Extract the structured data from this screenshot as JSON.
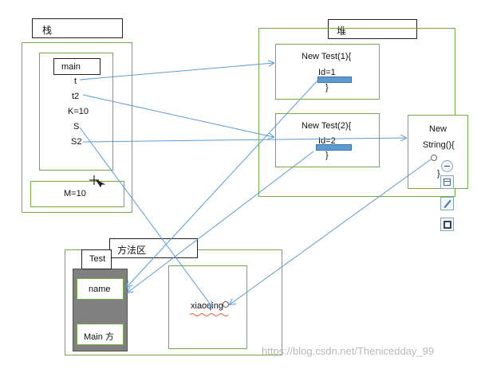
{
  "stack": {
    "title": "栈",
    "frame_label": "main",
    "vars": [
      "t",
      "t2",
      "K=10",
      "S",
      "S2"
    ],
    "static_value": "M=10"
  },
  "heap": {
    "title": "堆",
    "obj1": {
      "header": "New Test(1){",
      "field": "Id=1",
      "close": "}"
    },
    "obj2": {
      "header": "New Test(2){",
      "field": "Id=2",
      "close": "}"
    },
    "string_obj": {
      "line1": "New",
      "line2": "String(){",
      "close": "}"
    }
  },
  "method_area": {
    "title": "方法区",
    "class_tab": "Test",
    "class_items": [
      "name",
      "Main 方"
    ],
    "constant": "xiaoqing"
  },
  "colors": {
    "green_border": "#70ad47",
    "arrow_blue": "#5b9bd5",
    "class_gray": "#808080",
    "field_bar": "#5b9bd5"
  },
  "icons": [
    "minus-circle-icon",
    "layout-icon",
    "pencil-icon",
    "crop-icon"
  ],
  "watermark": "https://blog.csdn.net/Thenicedday_99"
}
